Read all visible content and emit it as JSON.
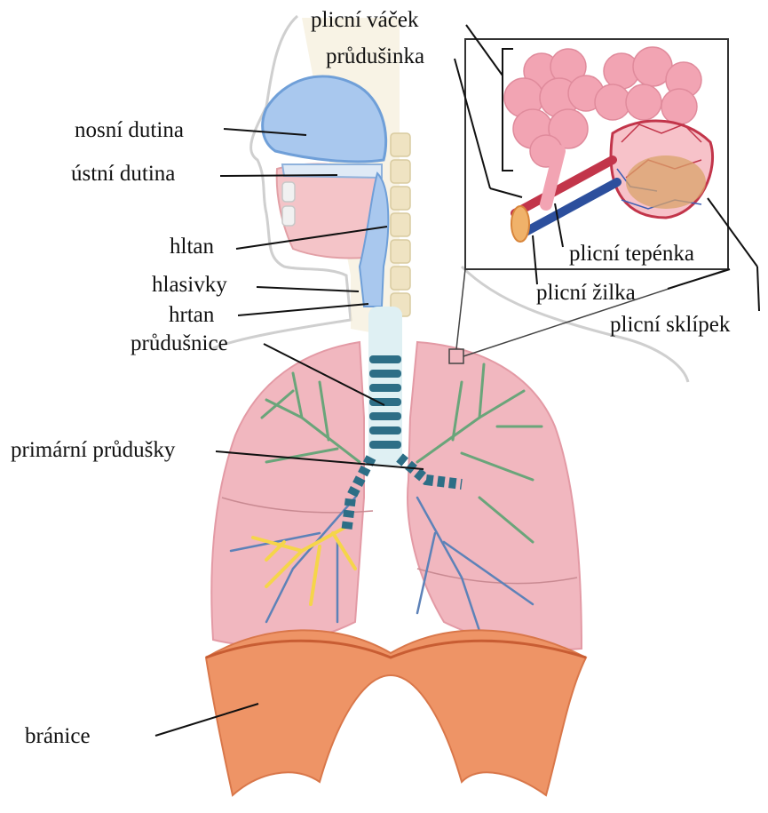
{
  "diagram": {
    "labels": {
      "plicni_vacek": "plicní váček",
      "prudusinka": "průdušinka",
      "nosni_dutina": "nosní dutina",
      "ustni_dutina": "ústní dutina",
      "hltan": "hltan",
      "hlasivky": "hlasivky",
      "hrtan": "hrtan",
      "prudusnice": "průdušnice",
      "primarni_prudusky": "primární průdušky",
      "branice": "bránice",
      "plicni_tepenka": "plicní tepénka",
      "plicni_zilka": "plicní žilka",
      "plicni_sklipek": "plicní sklípek"
    }
  }
}
